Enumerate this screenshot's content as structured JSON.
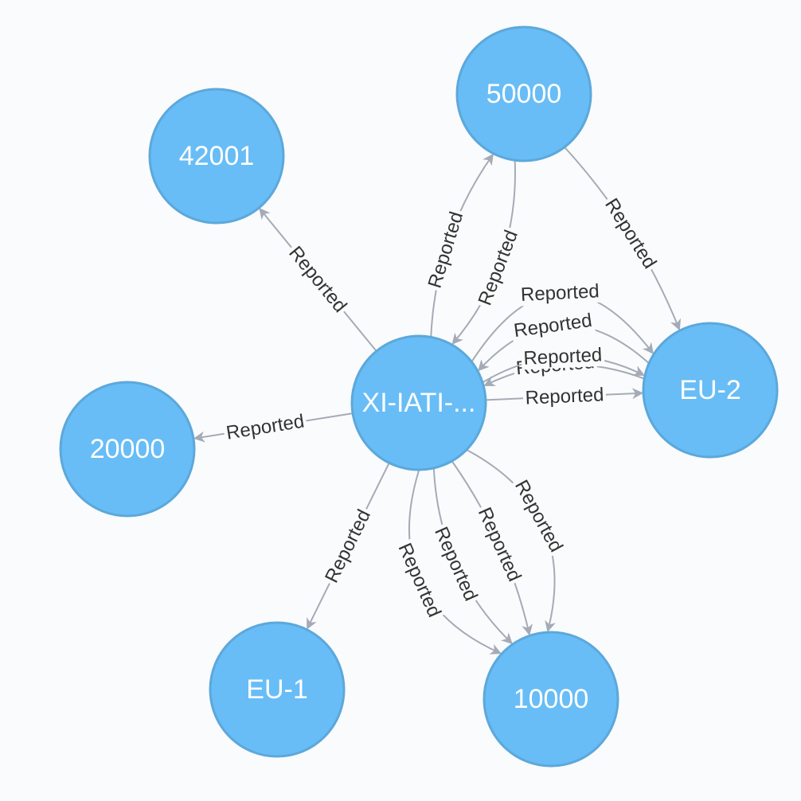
{
  "graph": {
    "colors": {
      "node_fill": "#68bdf6",
      "node_stroke": "#5ca8db",
      "node_text": "#ffffff",
      "edge": "#a5abb6",
      "edge_text": "#333333",
      "background": "#fafbfc"
    },
    "nodes": [
      {
        "id": "center",
        "label": "XI-IATI-..."
      },
      {
        "id": "n42001",
        "label": "42001"
      },
      {
        "id": "n50000",
        "label": "50000"
      },
      {
        "id": "n20000",
        "label": "20000"
      },
      {
        "id": "neu2",
        "label": "EU-2"
      },
      {
        "id": "neu1",
        "label": "EU-1"
      },
      {
        "id": "n10000",
        "label": "10000"
      }
    ],
    "edges": [
      {
        "from": "center",
        "to": "n42001",
        "label": "Reported"
      },
      {
        "from": "center",
        "to": "n20000",
        "label": "Reported"
      },
      {
        "from": "center",
        "to": "neu1",
        "label": "Reported"
      },
      {
        "from": "center",
        "to": "n10000",
        "label": "Reported"
      },
      {
        "from": "center",
        "to": "n10000",
        "label": "Reported"
      },
      {
        "from": "center",
        "to": "n10000",
        "label": "Reported"
      },
      {
        "from": "center",
        "to": "n10000",
        "label": "Reported"
      },
      {
        "from": "center",
        "to": "n50000",
        "label": "Reported"
      },
      {
        "from": "n50000",
        "to": "center",
        "label": "Reported"
      },
      {
        "from": "neu2",
        "to": "center",
        "label": "Reported"
      },
      {
        "from": "neu2",
        "to": "center",
        "label": "Reported"
      },
      {
        "from": "center",
        "to": "neu2",
        "label": "Reported"
      },
      {
        "from": "center",
        "to": "neu2",
        "label": "Reported"
      },
      {
        "from": "center",
        "to": "neu2",
        "label": "Reported"
      },
      {
        "from": "n50000",
        "to": "neu2",
        "label": "Reported"
      }
    ]
  }
}
